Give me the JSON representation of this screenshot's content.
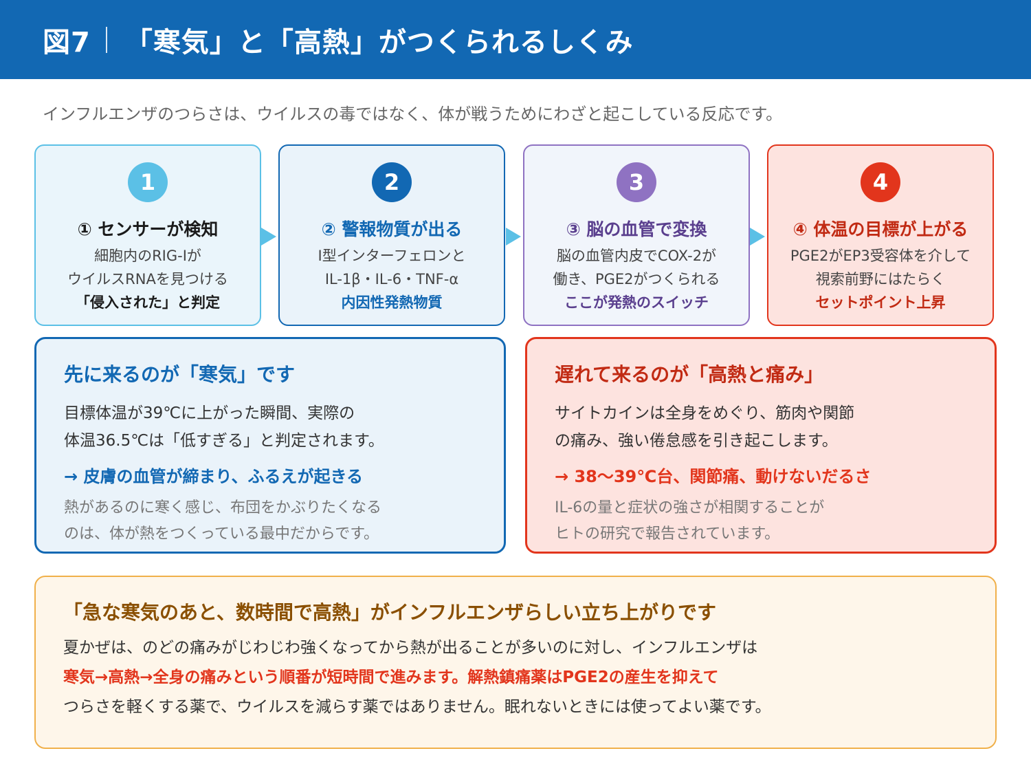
{
  "header": {
    "label": "図7",
    "title": "「寒気」と「高熱」がつくられるしくみ"
  },
  "lead": "インフルエンザのつらさは、ウイルスの毒ではなく、体が戦うためにわざと起こしている反応です。",
  "steps": [
    {
      "number": "1",
      "title": "① センサーが検知",
      "line1": "細胞内のRIG-Iが",
      "line2": "ウイルスRNAを見つける",
      "emphasis": "「侵入された」と判定",
      "color": "#5bc0e6"
    },
    {
      "number": "2",
      "title": "② 警報物質が出る",
      "line1": "I型インターフェロンと",
      "line2": "IL-1β・IL-6・TNF-α",
      "emphasis": "内因性発熱物質",
      "color": "#1268b3"
    },
    {
      "number": "3",
      "title": "③ 脳の血管で変換",
      "line1": "脳の血管内皮でCOX-2が",
      "line2": "働き、PGE2がつくられる",
      "emphasis": "ここが発熱のスイッチ",
      "color": "#8f72c2"
    },
    {
      "number": "4",
      "title": "④ 体温の目標が上がる",
      "line1": "PGE2がEP3受容体を介して",
      "line2": "視索前野にはたらく",
      "emphasis": "セットポイント上昇",
      "color": "#e2351c"
    }
  ],
  "chill_panel": {
    "title": "先に来るのが「寒気」です",
    "body1": "目標体温が39℃に上がった瞬間、実際の",
    "body2": "体温36.5℃は「低すぎる」と判定されます。",
    "result": "→ 皮膚の血管が締まり、ふるえが起きる",
    "note1": "熱があるのに寒く感じ、布団をかぶりたくなる",
    "note2": "のは、体が熱をつくっている最中だからです。"
  },
  "fever_panel": {
    "title": "遅れて来るのが「高熱と痛み」",
    "body1": "サイトカインは全身をめぐり、筋肉や関節",
    "body2": "の痛み、強い倦怠感を引き起こします。",
    "result": "→ 38〜39℃台、関節痛、動けないだるさ",
    "note1": "IL-6の量と症状の強さが相関することが",
    "note2": "ヒトの研究で報告されています。"
  },
  "summary": {
    "title": "「急な寒気のあと、数時間で高熱」がインフルエンザらしい立ち上がりです",
    "line1": "夏かぜは、のどの痛みがじわじわ強くなってから熱が出ることが多いのに対し、インフルエンザは",
    "line2": "寒気→高熱→全身の痛みという順番が短時間で進みます。解熱鎮痛薬はPGE2の産生を抑えて",
    "line3": "つらさを軽くする薬で、ウイルスを減らす薬ではありません。眠れないときには使ってよい薬です。"
  }
}
